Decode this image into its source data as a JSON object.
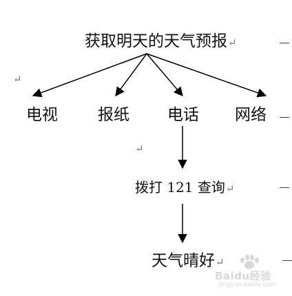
{
  "diagram": {
    "root": {
      "label": "获取明天的天气预报"
    },
    "sources": [
      {
        "id": "tv",
        "label": "电视"
      },
      {
        "id": "newspaper",
        "label": "报纸"
      },
      {
        "id": "phone",
        "label": "电话"
      },
      {
        "id": "network",
        "label": "网络"
      }
    ],
    "step": {
      "label": "拨打 121 查询"
    },
    "result": {
      "label": "天气晴好"
    },
    "return_mark": "↵"
  },
  "watermark": {
    "text": "Baidu经验",
    "subtext": "jingyan.baidu.com"
  }
}
